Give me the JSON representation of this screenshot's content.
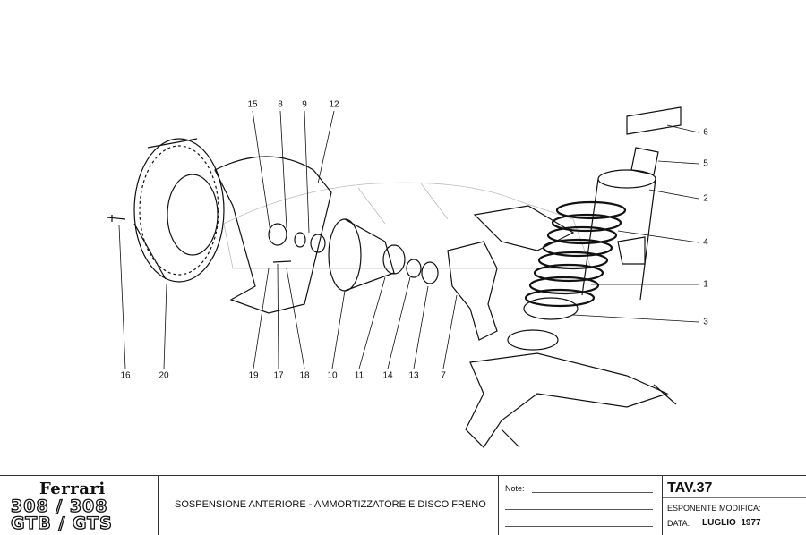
{
  "diagram": {
    "callouts_top": [
      "15",
      "8",
      "9",
      "12"
    ],
    "callouts_right": [
      "6",
      "5",
      "2",
      "4",
      "1",
      "3"
    ],
    "callouts_bottom": [
      "16",
      "20",
      "19",
      "17",
      "18",
      "10",
      "11",
      "14",
      "13",
      "7"
    ]
  },
  "title_block": {
    "brand": "Ferrari",
    "model_line1": "308 / 308",
    "model_line2": "GTB / GTS",
    "description": "SOSPENSIONE ANTERIORE - AMMORTIZZATORE E DISCO FRENO",
    "note_label": "Note:",
    "table": "TAV.37",
    "esponente_label": "ESPONENTE MODIFICA:",
    "data_label": "DATA:",
    "data_value": "LUGLIO  1977"
  }
}
